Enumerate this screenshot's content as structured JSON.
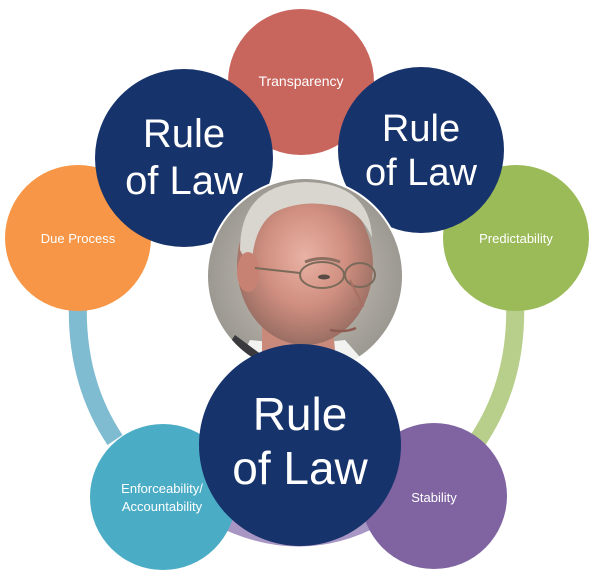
{
  "diagram": {
    "outer_nodes": [
      {
        "id": "transparency",
        "label": "Transparency",
        "color": "#c8665e"
      },
      {
        "id": "predictability",
        "label": "Predictability",
        "color": "#9bbb59"
      },
      {
        "id": "stability",
        "label": "Stability",
        "color": "#8064a2"
      },
      {
        "id": "enforceability",
        "label_lines": [
          "Enforceability/",
          "Accountability"
        ],
        "color": "#4bacc6"
      },
      {
        "id": "due-process",
        "label": "Due Process",
        "color": "#f79646"
      }
    ],
    "center_badges": [
      {
        "id": "left",
        "lines": [
          "Rule",
          "of Law"
        ]
      },
      {
        "id": "right",
        "lines": [
          "Rule",
          "of Law"
        ]
      },
      {
        "id": "bottom",
        "lines": [
          "Rule",
          "of Law"
        ]
      }
    ],
    "badge_color": "#17336b",
    "connector_colors": {
      "left": "#7fbcd2",
      "right": "#b7cf8a"
    }
  }
}
